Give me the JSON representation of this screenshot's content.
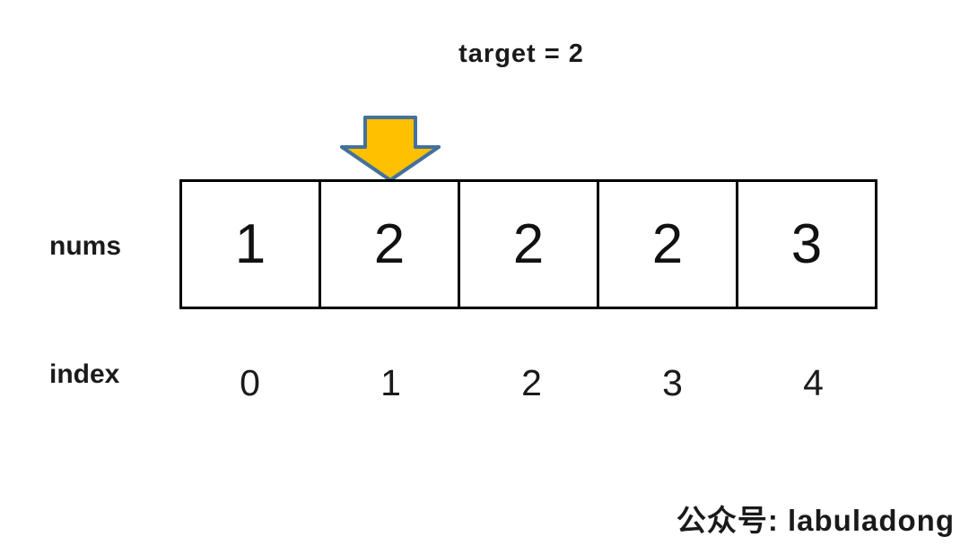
{
  "title": "target = 2",
  "array": {
    "label": "nums",
    "cells": [
      "1",
      "2",
      "2",
      "2",
      "3"
    ]
  },
  "index": {
    "label": "index",
    "values": [
      "0",
      "1",
      "2",
      "3",
      "4"
    ]
  },
  "arrow": {
    "name": "down-arrow",
    "points_at_index": 1
  },
  "colors": {
    "arrow_fill": "#FFC000",
    "arrow_stroke": "#44719C",
    "box_border": "#000000",
    "text": "#1a1a1a"
  },
  "watermark": "公众号: labuladong"
}
